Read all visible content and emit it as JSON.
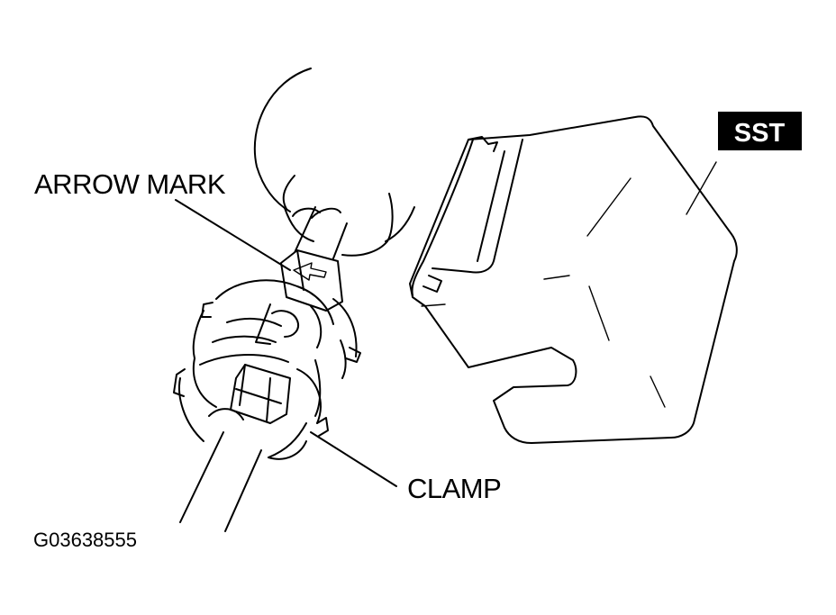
{
  "labels": {
    "arrow_mark": "ARROW MARK",
    "clamp": "CLAMP",
    "sst": "SST",
    "figure_code": "G03638555"
  },
  "colors": {
    "ink": "#000000",
    "paper": "#ffffff",
    "badge_background": "#000000",
    "badge_text": "#ffffff"
  }
}
